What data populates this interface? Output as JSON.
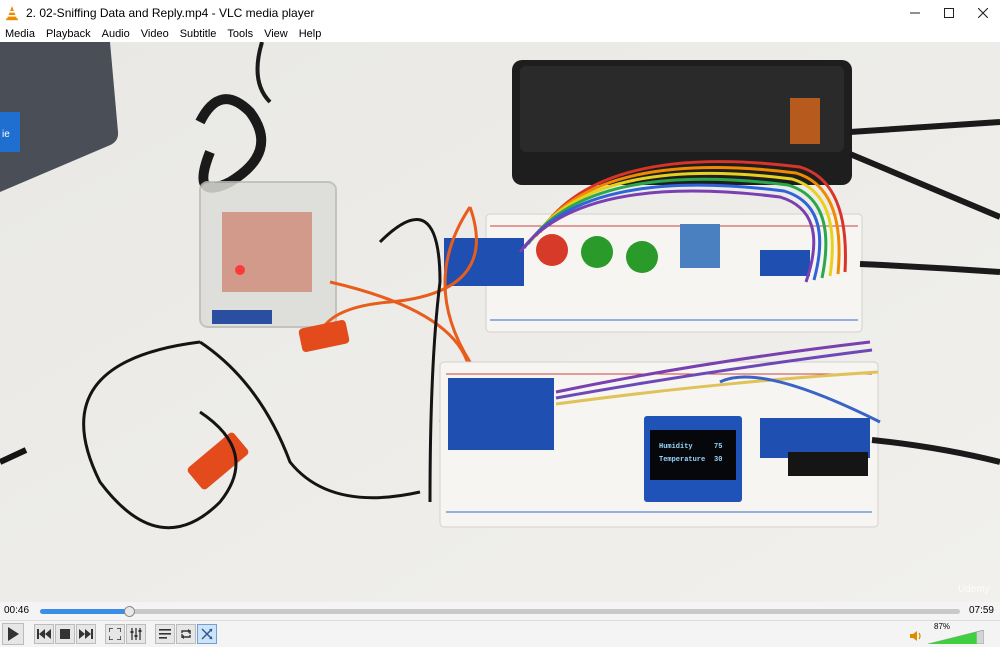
{
  "window": {
    "title": "2. 02-Sniffing Data and Reply.mp4 - VLC media player",
    "app_icon": "vlc-cone-icon"
  },
  "menu": [
    {
      "label": "Media"
    },
    {
      "label": "Playback"
    },
    {
      "label": "Audio"
    },
    {
      "label": "Video"
    },
    {
      "label": "Subtitle"
    },
    {
      "label": "Tools"
    },
    {
      "label": "View"
    },
    {
      "label": "Help"
    }
  ],
  "video": {
    "oled_line1_label": "Humidity",
    "oled_line1_value": "75",
    "oled_line2_label": "Temperature",
    "oled_line2_value": "30",
    "watermark": "Udemy"
  },
  "playback": {
    "elapsed": "00:46",
    "total": "07:59",
    "progress": 0.097
  },
  "controls": [
    {
      "name": "play-icon"
    },
    {
      "name": "previous-icon"
    },
    {
      "name": "stop-icon"
    },
    {
      "name": "next-icon"
    },
    {
      "name": "fullscreen-icon"
    },
    {
      "name": "extended-settings-icon"
    },
    {
      "name": "playlist-icon"
    },
    {
      "name": "loop-icon"
    },
    {
      "name": "shuffle-icon"
    }
  ],
  "volume": {
    "percent_label": "87%",
    "level": 0.87
  },
  "colors": {
    "accent": "#3b8ee6",
    "volume_fill": "#3fcf3f",
    "vlc_orange": "#f08a00"
  }
}
